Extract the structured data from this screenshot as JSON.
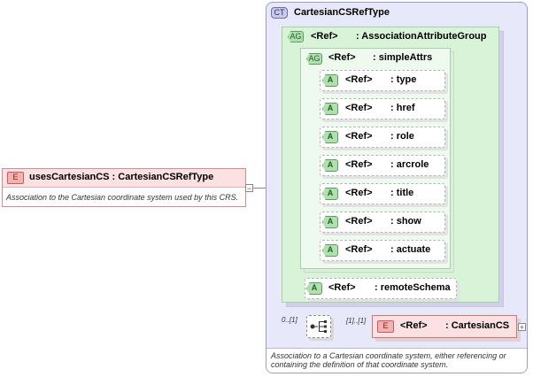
{
  "complex_type": {
    "badge": "CT",
    "name": "CartesianCSRefType",
    "documentation_line1": "Association to a Cartesian coordinate system, either referencing or",
    "documentation_line2": "containing the definition of that coordinate system."
  },
  "association_group": {
    "badge": "AG",
    "ref": "<Ref>",
    "name": ": AssociationAttributeGroup"
  },
  "simple_attrs": {
    "badge": "AG",
    "ref": "<Ref>",
    "name": ": simpleAttrs",
    "attributes": [
      {
        "badge": "A",
        "ref": "<Ref>",
        "name": ": type"
      },
      {
        "badge": "A",
        "ref": "<Ref>",
        "name": ": href"
      },
      {
        "badge": "A",
        "ref": "<Ref>",
        "name": ": role"
      },
      {
        "badge": "A",
        "ref": "<Ref>",
        "name": ": arcrole"
      },
      {
        "badge": "A",
        "ref": "<Ref>",
        "name": ": title"
      },
      {
        "badge": "A",
        "ref": "<Ref>",
        "name": ": show"
      },
      {
        "badge": "A",
        "ref": "<Ref>",
        "name": ": actuate"
      }
    ]
  },
  "remote_schema": {
    "badge": "A",
    "ref": "<Ref>",
    "name": ": remoteSchema"
  },
  "root_element": {
    "badge": "E",
    "name": "usesCartesianCS : CartesianCSRefType",
    "documentation": "Association to the Cartesian coordinate system used by this CRS."
  },
  "sequence": {
    "min_occurs": "0..[1]",
    "child_occurs": "[1]..[1]"
  },
  "child_element": {
    "badge": "E",
    "ref": "<Ref>",
    "name": ": CartesianCS"
  },
  "colors": {
    "complex_type_bg": "#e8e8fb",
    "attribute_group_bg": "#d9f3d9",
    "element_header_bg": "#fbe1e1"
  }
}
